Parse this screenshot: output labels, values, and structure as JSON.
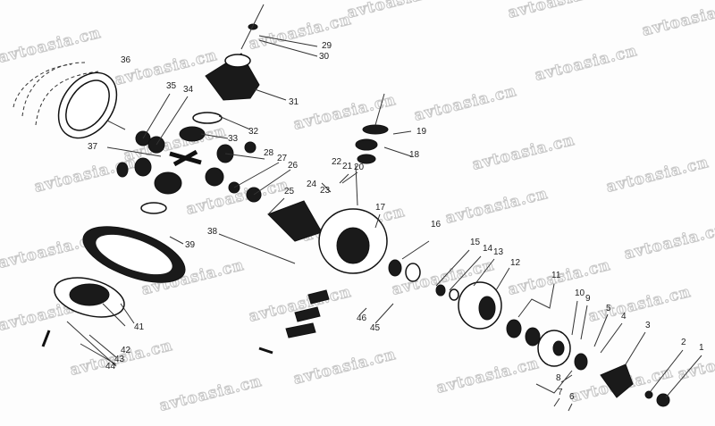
{
  "diagram": {
    "title": "Rear axle differential exploded view",
    "watermark": "avtoasia.cn",
    "part_numbers": [
      "1",
      "2",
      "3",
      "4",
      "5",
      "6",
      "7",
      "8",
      "9",
      "10",
      "11",
      "12",
      "13",
      "14",
      "15",
      "16",
      "17",
      "18",
      "19",
      "20",
      "21",
      "22",
      "23",
      "24",
      "25",
      "26",
      "27",
      "28",
      "29",
      "30",
      "31",
      "32",
      "33",
      "34",
      "35",
      "36",
      "37",
      "38",
      "39",
      "41",
      "42",
      "43",
      "44",
      "45",
      "46"
    ]
  }
}
